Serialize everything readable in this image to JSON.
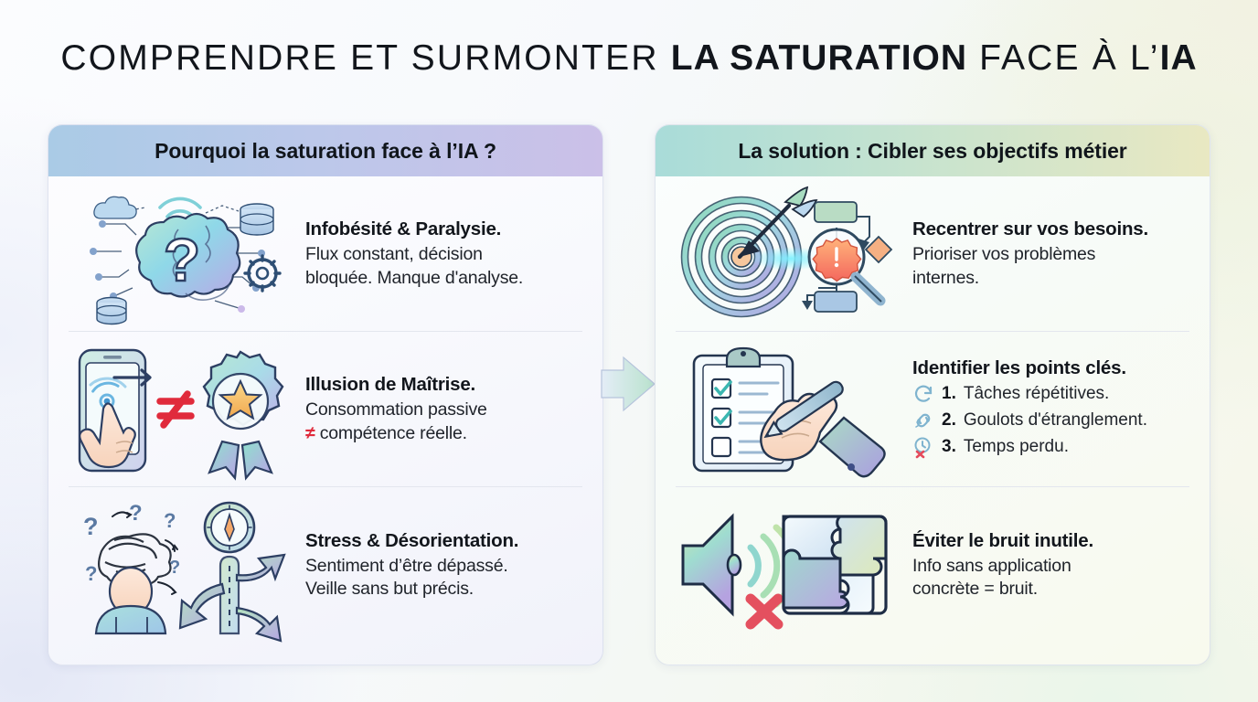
{
  "title": {
    "part1": "COMPRENDRE ET SURMONTER ",
    "part2": "LA SATURATION",
    "part3": " FACE À L’",
    "part4": "IA"
  },
  "colors": {
    "accent_red": "#e02b3c",
    "header_left_from": "#aacbe6",
    "header_left_to": "#cbc0e8",
    "header_right_from": "#a9dcd9",
    "header_right_to": "#e9e8c2",
    "text_dark": "#12161c",
    "check_teal": "#3bb6b0"
  },
  "center_arrow": {
    "icon": "arrow-right-icon"
  },
  "panels": [
    {
      "id": "problem",
      "header": "Pourquoi la saturation face à l’IA ?",
      "rows": [
        {
          "icon": "brain-overload-icon",
          "heading": "Infobésité & Paralysie.",
          "line1": "Flux constant, décision",
          "line2": "bloquée. Manque d'analyse."
        },
        {
          "icon": "phone-tap-vs-badge-icon",
          "heading": "Illusion de Maîtrise.",
          "line1": "Consommation passive",
          "neq": "≠",
          "line2": " compétence réelle."
        },
        {
          "icon": "confused-person-compass-icon",
          "heading": "Stress & Désorientation.",
          "line1": "Sentiment d’être dépassé.",
          "line2": "Veille sans but précis."
        }
      ]
    },
    {
      "id": "solution",
      "header": "La solution : Cibler ses objectifs métier",
      "rows": [
        {
          "icon": "target-arrow-magnifier-icon",
          "heading": "Recentrer sur vos besoins.",
          "line1": "Prioriser vos problèmes",
          "line2": "internes."
        },
        {
          "icon": "clipboard-checklist-hand-icon",
          "heading": "Identifier les points clés.",
          "items": [
            {
              "icon": "refresh-cycle-icon",
              "num": "1.",
              "label": "Tâches répétitives."
            },
            {
              "icon": "bottleneck-link-icon",
              "num": "2.",
              "label": "Goulots d'étranglement."
            },
            {
              "icon": "clock-cross-icon",
              "num": "3.",
              "label": "Temps perdu."
            }
          ]
        },
        {
          "icon": "muted-speaker-puzzle-icon",
          "heading": "Éviter le bruit inutile.",
          "line1": "Info sans application",
          "line2": "concrète = bruit."
        }
      ]
    }
  ]
}
